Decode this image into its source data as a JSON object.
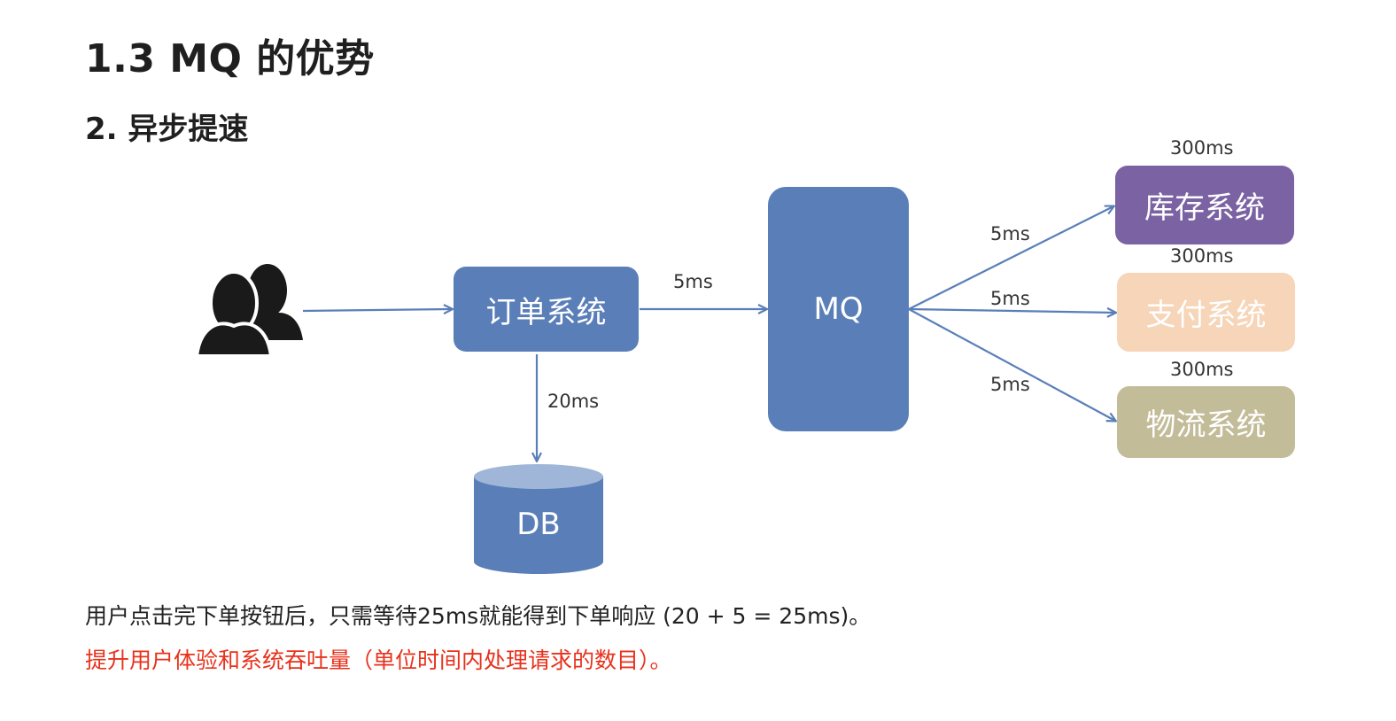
{
  "title": "1.3 MQ 的优势",
  "subtitle": "2. 异步提速",
  "nodes": {
    "order_system": "订单系统",
    "mq": "MQ",
    "db": "DB",
    "inventory_system": "库存系统",
    "payment_system": "支付系统",
    "logistics_system": "物流系统"
  },
  "edge_labels": {
    "order_to_mq": "5ms",
    "order_to_db": "20ms",
    "mq_to_inventory": "5ms",
    "mq_to_payment": "5ms",
    "mq_to_logistics": "5ms",
    "inventory_time": "300ms",
    "payment_time": "300ms",
    "logistics_time": "300ms"
  },
  "notes": {
    "line1": "用户点击完下单按钮后，只需等待25ms就能得到下单响应 (20 + 5 = 25ms)。",
    "line2": "提升用户体验和系统吞吐量（单位时间内处理请求的数目）。"
  },
  "colors": {
    "blue": "#5a7fb8",
    "purple": "#7b62a3",
    "peach": "#f6d5b8",
    "khaki": "#c2bc98",
    "arrow": "#5a7fb8",
    "highlight_text": "#e8321c",
    "users_icon": "#1a1a1a"
  },
  "icons": {
    "users": "users-icon"
  }
}
